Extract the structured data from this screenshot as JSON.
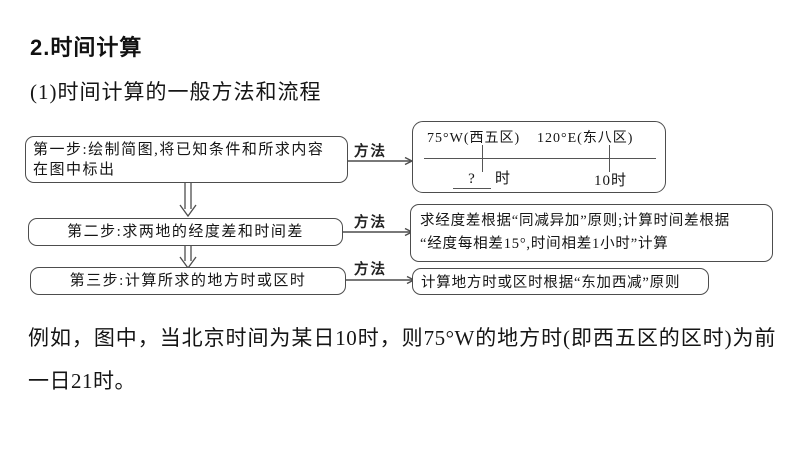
{
  "header": {
    "title": "2.时间计算",
    "subtitle": "(1)时间计算的一般方法和流程"
  },
  "flow": {
    "method_label": "方法",
    "steps": [
      {
        "line1": "第一步:绘制简图,将已知条件和所求内容",
        "line2": "在图中标出"
      },
      {
        "line1": "第二步:求两地的经度差和时间差"
      },
      {
        "line1": "第三步:计算所求的地方时或区时"
      }
    ],
    "sketch": {
      "left_label": "75°W(西五区)",
      "right_label": "120°E(东八区)",
      "left_time_blank": "?",
      "left_time_suffix": "时",
      "right_time": "10时"
    },
    "methods": [
      {
        "line1": "求经度差根据“同减异加”原则;计算时间差根据",
        "line2": "“经度每相差15°,时间相差1小时”计算"
      },
      {
        "line1": "计算地方时或区时根据“东加西减”原则"
      }
    ]
  },
  "example": {
    "text": "例如，图中，当北京时间为某日10时，则75°W的地方时(即西五区的区时)为前一日21时。"
  },
  "colors": {
    "line": "#4d4d4d",
    "text": "#151515",
    "background": "#ffffff"
  }
}
